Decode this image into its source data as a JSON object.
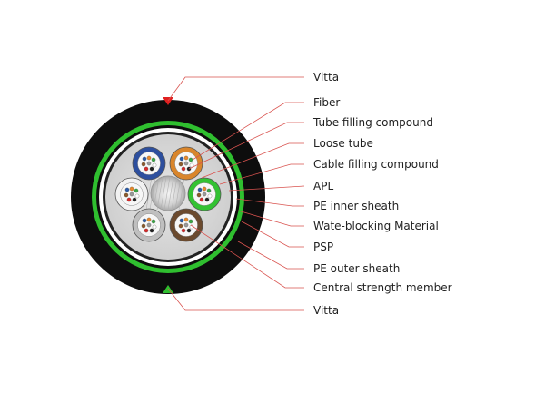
{
  "labels": [
    {
      "key": "vitta_top",
      "text": "Vitta"
    },
    {
      "key": "fiber",
      "text": "Fiber"
    },
    {
      "key": "tube_filling",
      "text": "Tube filling compound"
    },
    {
      "key": "loose_tube",
      "text": "Loose tube"
    },
    {
      "key": "cable_filling",
      "text": "Cable filling compound"
    },
    {
      "key": "apl",
      "text": "APL"
    },
    {
      "key": "pe_inner",
      "text": "PE inner sheath"
    },
    {
      "key": "water_blocking",
      "text": "Wate-blocking Material"
    },
    {
      "key": "psp",
      "text": "PSP"
    },
    {
      "key": "pe_outer",
      "text": "PE outer sheath"
    },
    {
      "key": "central_member",
      "text": "Central strength member"
    },
    {
      "key": "vitta_bottom",
      "text": "Vitta"
    }
  ],
  "colors": {
    "leader_line": "#d9534f",
    "outer_sheath": "#0d0d0d",
    "vitta": "#e02020",
    "psp_band": "#2fbf2f",
    "tube_blue": "#2d4f9e",
    "tube_orange": "#d9852b",
    "tube_green": "#33c233",
    "tube_brown": "#6b4a2e",
    "tube_grey": "#bfbfbf",
    "tube_white": "#f2f2f2",
    "fiber_colors": [
      "#2a5caa",
      "#e8892c",
      "#3aa845",
      "#8b5a2b",
      "#9a9a9a",
      "#ffffff",
      "#d62b2b",
      "#222222"
    ]
  }
}
